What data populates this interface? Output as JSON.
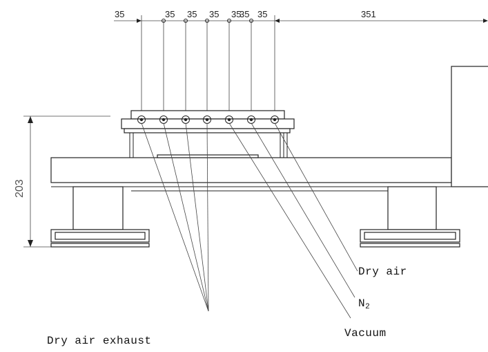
{
  "dimensions": {
    "port_spacing": [
      "35",
      "35",
      "35",
      "35",
      "35",
      "35",
      "35"
    ],
    "right_span": "351",
    "height": "203"
  },
  "labels": {
    "dry_air": "Dry air",
    "n2_base": "N",
    "n2_sub": "2",
    "vacuum": "Vacuum",
    "dry_air_exhaust": "Dry air exhaust"
  }
}
